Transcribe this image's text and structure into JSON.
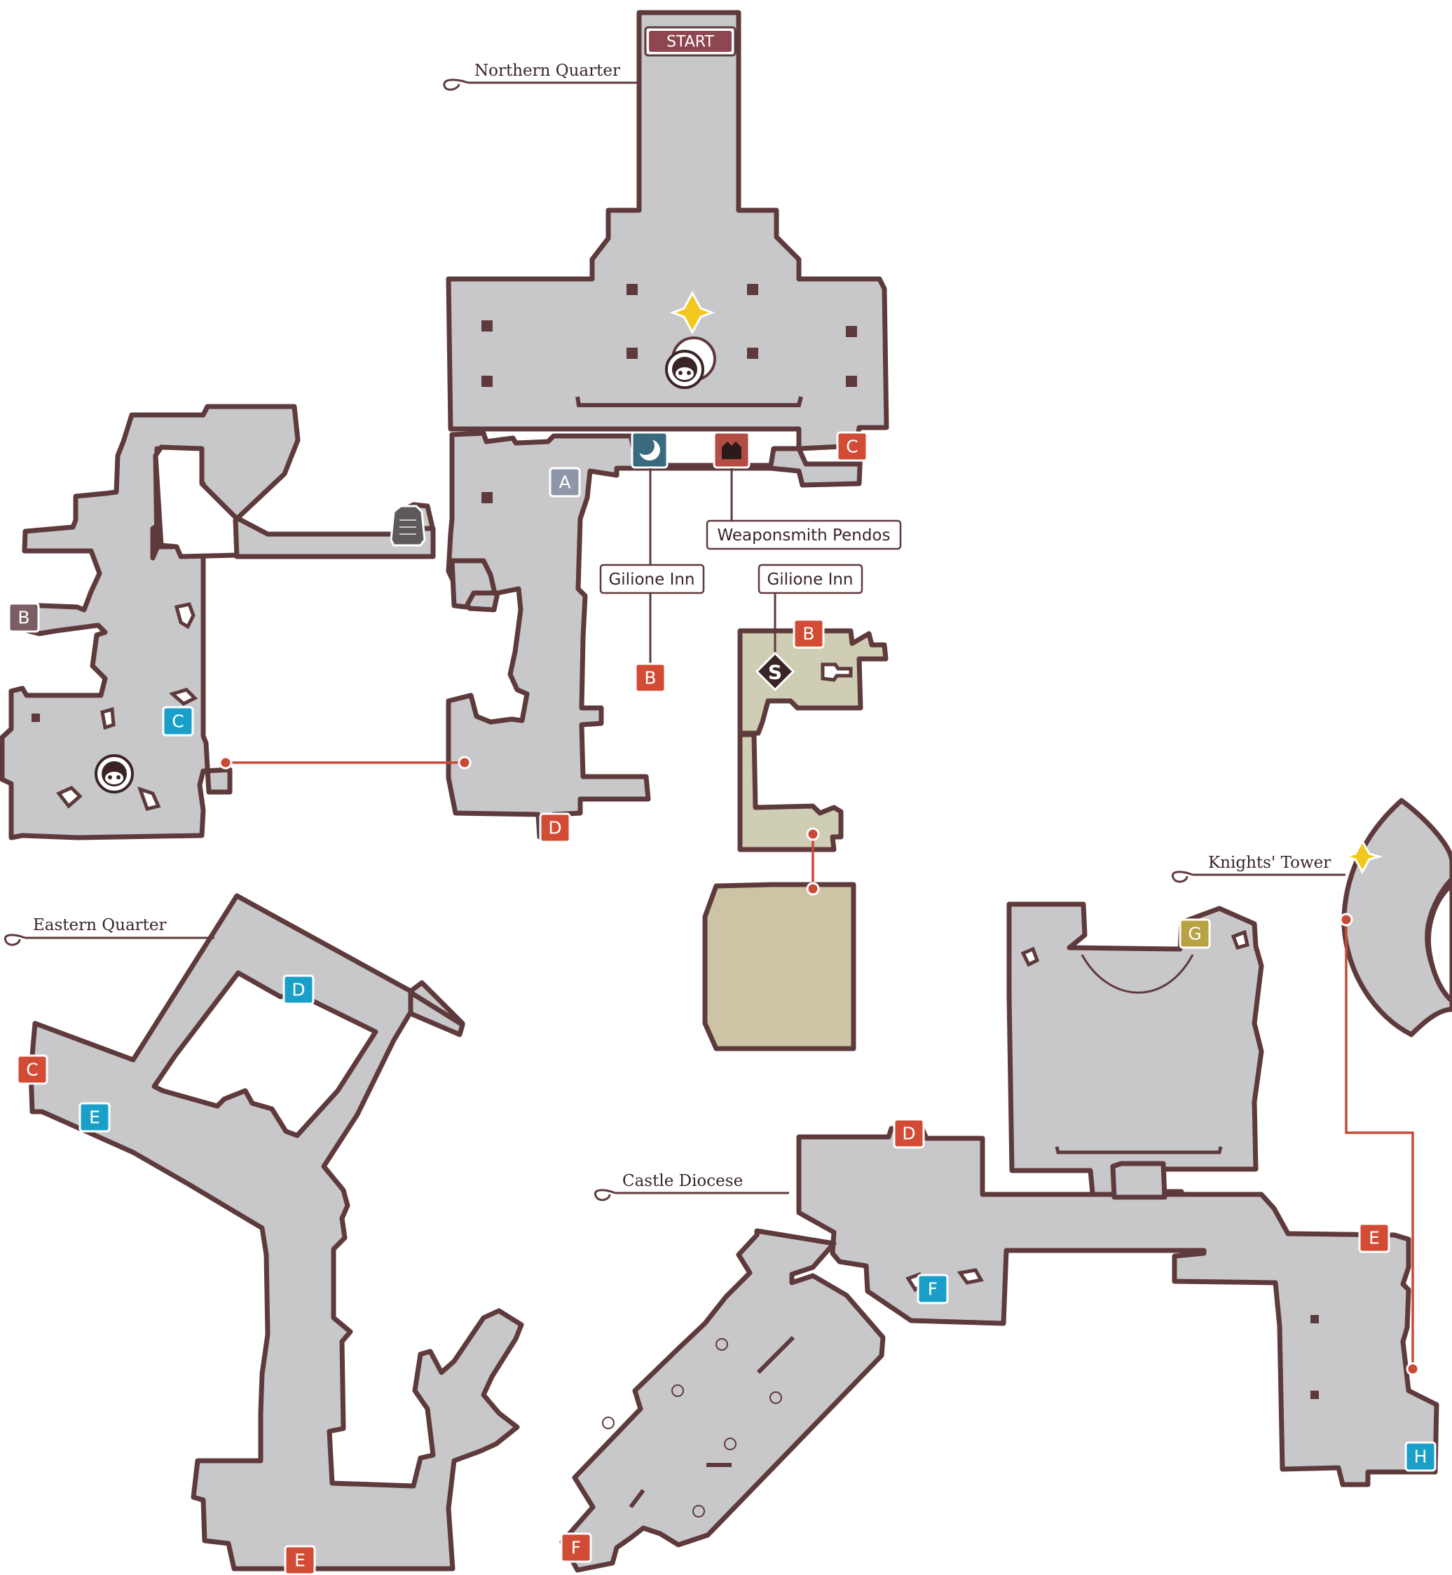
{
  "colors": {
    "floor": "#c8c8ca",
    "wall": "#5e3a3c",
    "inn_floor": "#cfcdb3",
    "connector": "#c94a36",
    "marker_red": "#d24b34",
    "marker_cyan": "#1aa0c8",
    "marker_gray": "#8e97a8",
    "marker_mauve": "#7a5e64",
    "marker_gold": "#b8a244",
    "start_bg": "#8e4650",
    "save_crystal": "#f2c81e"
  },
  "start": {
    "label": "START"
  },
  "area_labels": {
    "northern_quarter": "Northern Quarter",
    "eastern_quarter": "Eastern Quarter",
    "castle_diocese": "Castle Diocese",
    "knights_tower": "Knights' Tower"
  },
  "shop_labels": {
    "inn_north": "Gilione Inn",
    "inn_south": "Gilione Inn",
    "weaponsmith": "Weaponsmith Pendos"
  },
  "markers": {
    "north_a": "A",
    "north_c": "C",
    "north_d": "D",
    "inn_b": "B",
    "inn2_b": "B",
    "west_b": "B",
    "west_c": "C",
    "east_c": "C",
    "east_d": "D",
    "east_e": "E",
    "east_e2": "E",
    "diocese_d": "D",
    "diocese_e": "E",
    "diocese_f": "F",
    "diocese_f2": "F",
    "diocese_g": "G",
    "diocese_h": "H"
  },
  "icons": {
    "save_north": "save-crystal-icon",
    "save_knights": "save-crystal-icon",
    "npc_north": "npc-face-icon",
    "npc_west": "npc-face-icon",
    "inn": "moon-inn-icon",
    "weaponsmith": "weapon-shop-icon",
    "shop_s": "shop-s-icon",
    "gravestone": "gravestone-icon"
  }
}
